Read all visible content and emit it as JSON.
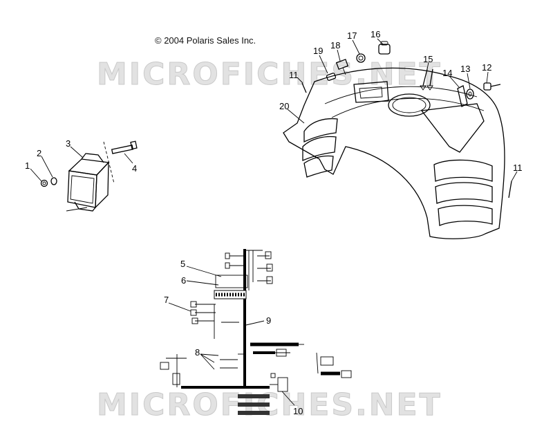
{
  "header": {
    "copyright": "© 2004 Polaris Sales Inc."
  },
  "watermark": {
    "text_top": "MICROFICHES.NET",
    "text_bottom": "MICROFICHES.NET"
  },
  "callouts": {
    "c1": "1",
    "c2": "2",
    "c3": "3",
    "c4": "4",
    "c5": "5",
    "c6": "6",
    "c7": "7",
    "c8": "8",
    "c9": "9",
    "c10": "10",
    "c11a": "11",
    "c11b": "11",
    "c12": "12",
    "c13": "13",
    "c14": "14",
    "c15": "15",
    "c16": "16",
    "c17": "17",
    "c18": "18",
    "c19": "19",
    "c20": "20"
  }
}
